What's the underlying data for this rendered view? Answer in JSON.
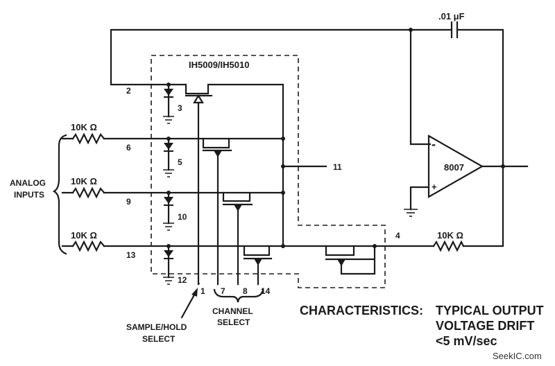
{
  "chip": {
    "name": "IH5009/IH5010"
  },
  "opamp": {
    "name": "8007",
    "minus": "-",
    "plus": "+"
  },
  "capacitor": {
    "value": ".01 μF"
  },
  "resistors": {
    "r1": "10K Ω",
    "r2": "10K Ω",
    "r3": "10K Ω",
    "r_out": "10K Ω"
  },
  "pins": {
    "p2": "2",
    "p3": "3",
    "p6": "6",
    "p5": "5",
    "p9": "9",
    "p10": "10",
    "p13": "13",
    "p12": "12",
    "p11": "11",
    "p4": "4",
    "p1": "1",
    "p7": "7",
    "p8": "8",
    "p14": "14",
    "dot": "."
  },
  "labels": {
    "analog_inputs_1": "ANALOG",
    "analog_inputs_2": "INPUTS",
    "channel_select_1": "CHANNEL",
    "channel_select_2": "SELECT",
    "sample_hold_1": "SAMPLE/HOLD",
    "sample_hold_2": "SELECT"
  },
  "characteristics": {
    "heading": "CHARACTERISTICS:",
    "line1": "TYPICAL OUTPUT",
    "line2": "VOLTAGE DRIFT",
    "line3": "<5 mV/sec"
  },
  "watermark": "SeekIC.com"
}
